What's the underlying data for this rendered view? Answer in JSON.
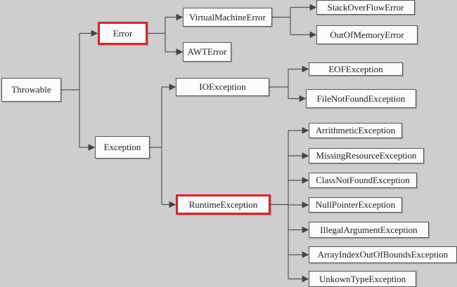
{
  "diagram": {
    "highlight_color": "#d9232b",
    "nodes": {
      "throwable": "Throwable",
      "error": "Error",
      "exception": "Exception",
      "vm_error": "VirtualMachineError",
      "awt_error": "AWTError",
      "stack_overflow": "StackOverFlowError",
      "out_of_memory": "OutOfMemoryError",
      "io_exception": "IOException",
      "eof": "EOFException",
      "file_not_found": "FileNotFoundException",
      "runtime_exception": "RuntimeException",
      "arithmetic": "ArrithmeticException",
      "missing_resource": "MissingResourceException",
      "class_not_found": "ClassNotFoundException",
      "null_pointer": "NullPointerException",
      "illegal_argument": "IllegalArgumentException",
      "array_index": "ArrayIndexOutOfBoundsException",
      "unknown_type": "UnkownTypeException"
    },
    "highlighted": [
      "error",
      "runtime_exception"
    ],
    "edges": [
      [
        "throwable",
        "error"
      ],
      [
        "throwable",
        "exception"
      ],
      [
        "error",
        "vm_error"
      ],
      [
        "error",
        "awt_error"
      ],
      [
        "vm_error",
        "stack_overflow"
      ],
      [
        "vm_error",
        "out_of_memory"
      ],
      [
        "exception",
        "io_exception"
      ],
      [
        "exception",
        "runtime_exception"
      ],
      [
        "io_exception",
        "eof"
      ],
      [
        "io_exception",
        "file_not_found"
      ],
      [
        "runtime_exception",
        "arithmetic"
      ],
      [
        "runtime_exception",
        "missing_resource"
      ],
      [
        "runtime_exception",
        "class_not_found"
      ],
      [
        "runtime_exception",
        "null_pointer"
      ],
      [
        "runtime_exception",
        "illegal_argument"
      ],
      [
        "runtime_exception",
        "array_index"
      ],
      [
        "runtime_exception",
        "unknown_type"
      ]
    ]
  }
}
